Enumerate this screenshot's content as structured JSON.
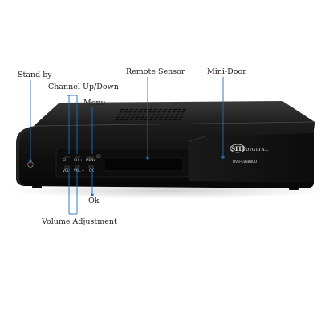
{
  "callouts": {
    "standby": "Stand by",
    "channel": "Channel Up/Down",
    "menu": "Menu",
    "remote_sensor": "Remote Sensor",
    "mini_door": "Mini-Door",
    "ok": "Ok",
    "volume": "Volume Adjustment"
  },
  "panel": {
    "ch_minus": "CH -",
    "ch_plus": "CH +",
    "menu": "MENU",
    "vol_minus": "VOL -",
    "vol_plus": "VOL +",
    "ok": "OK"
  },
  "brand": {
    "logo_mark": "SITI",
    "logo_word": "DIGITAL",
    "model": "DVB-C8888CO"
  },
  "colors": {
    "callout_line": "#1f6fb8",
    "box_body": "#141414",
    "box_top": "#2a2a2a"
  }
}
